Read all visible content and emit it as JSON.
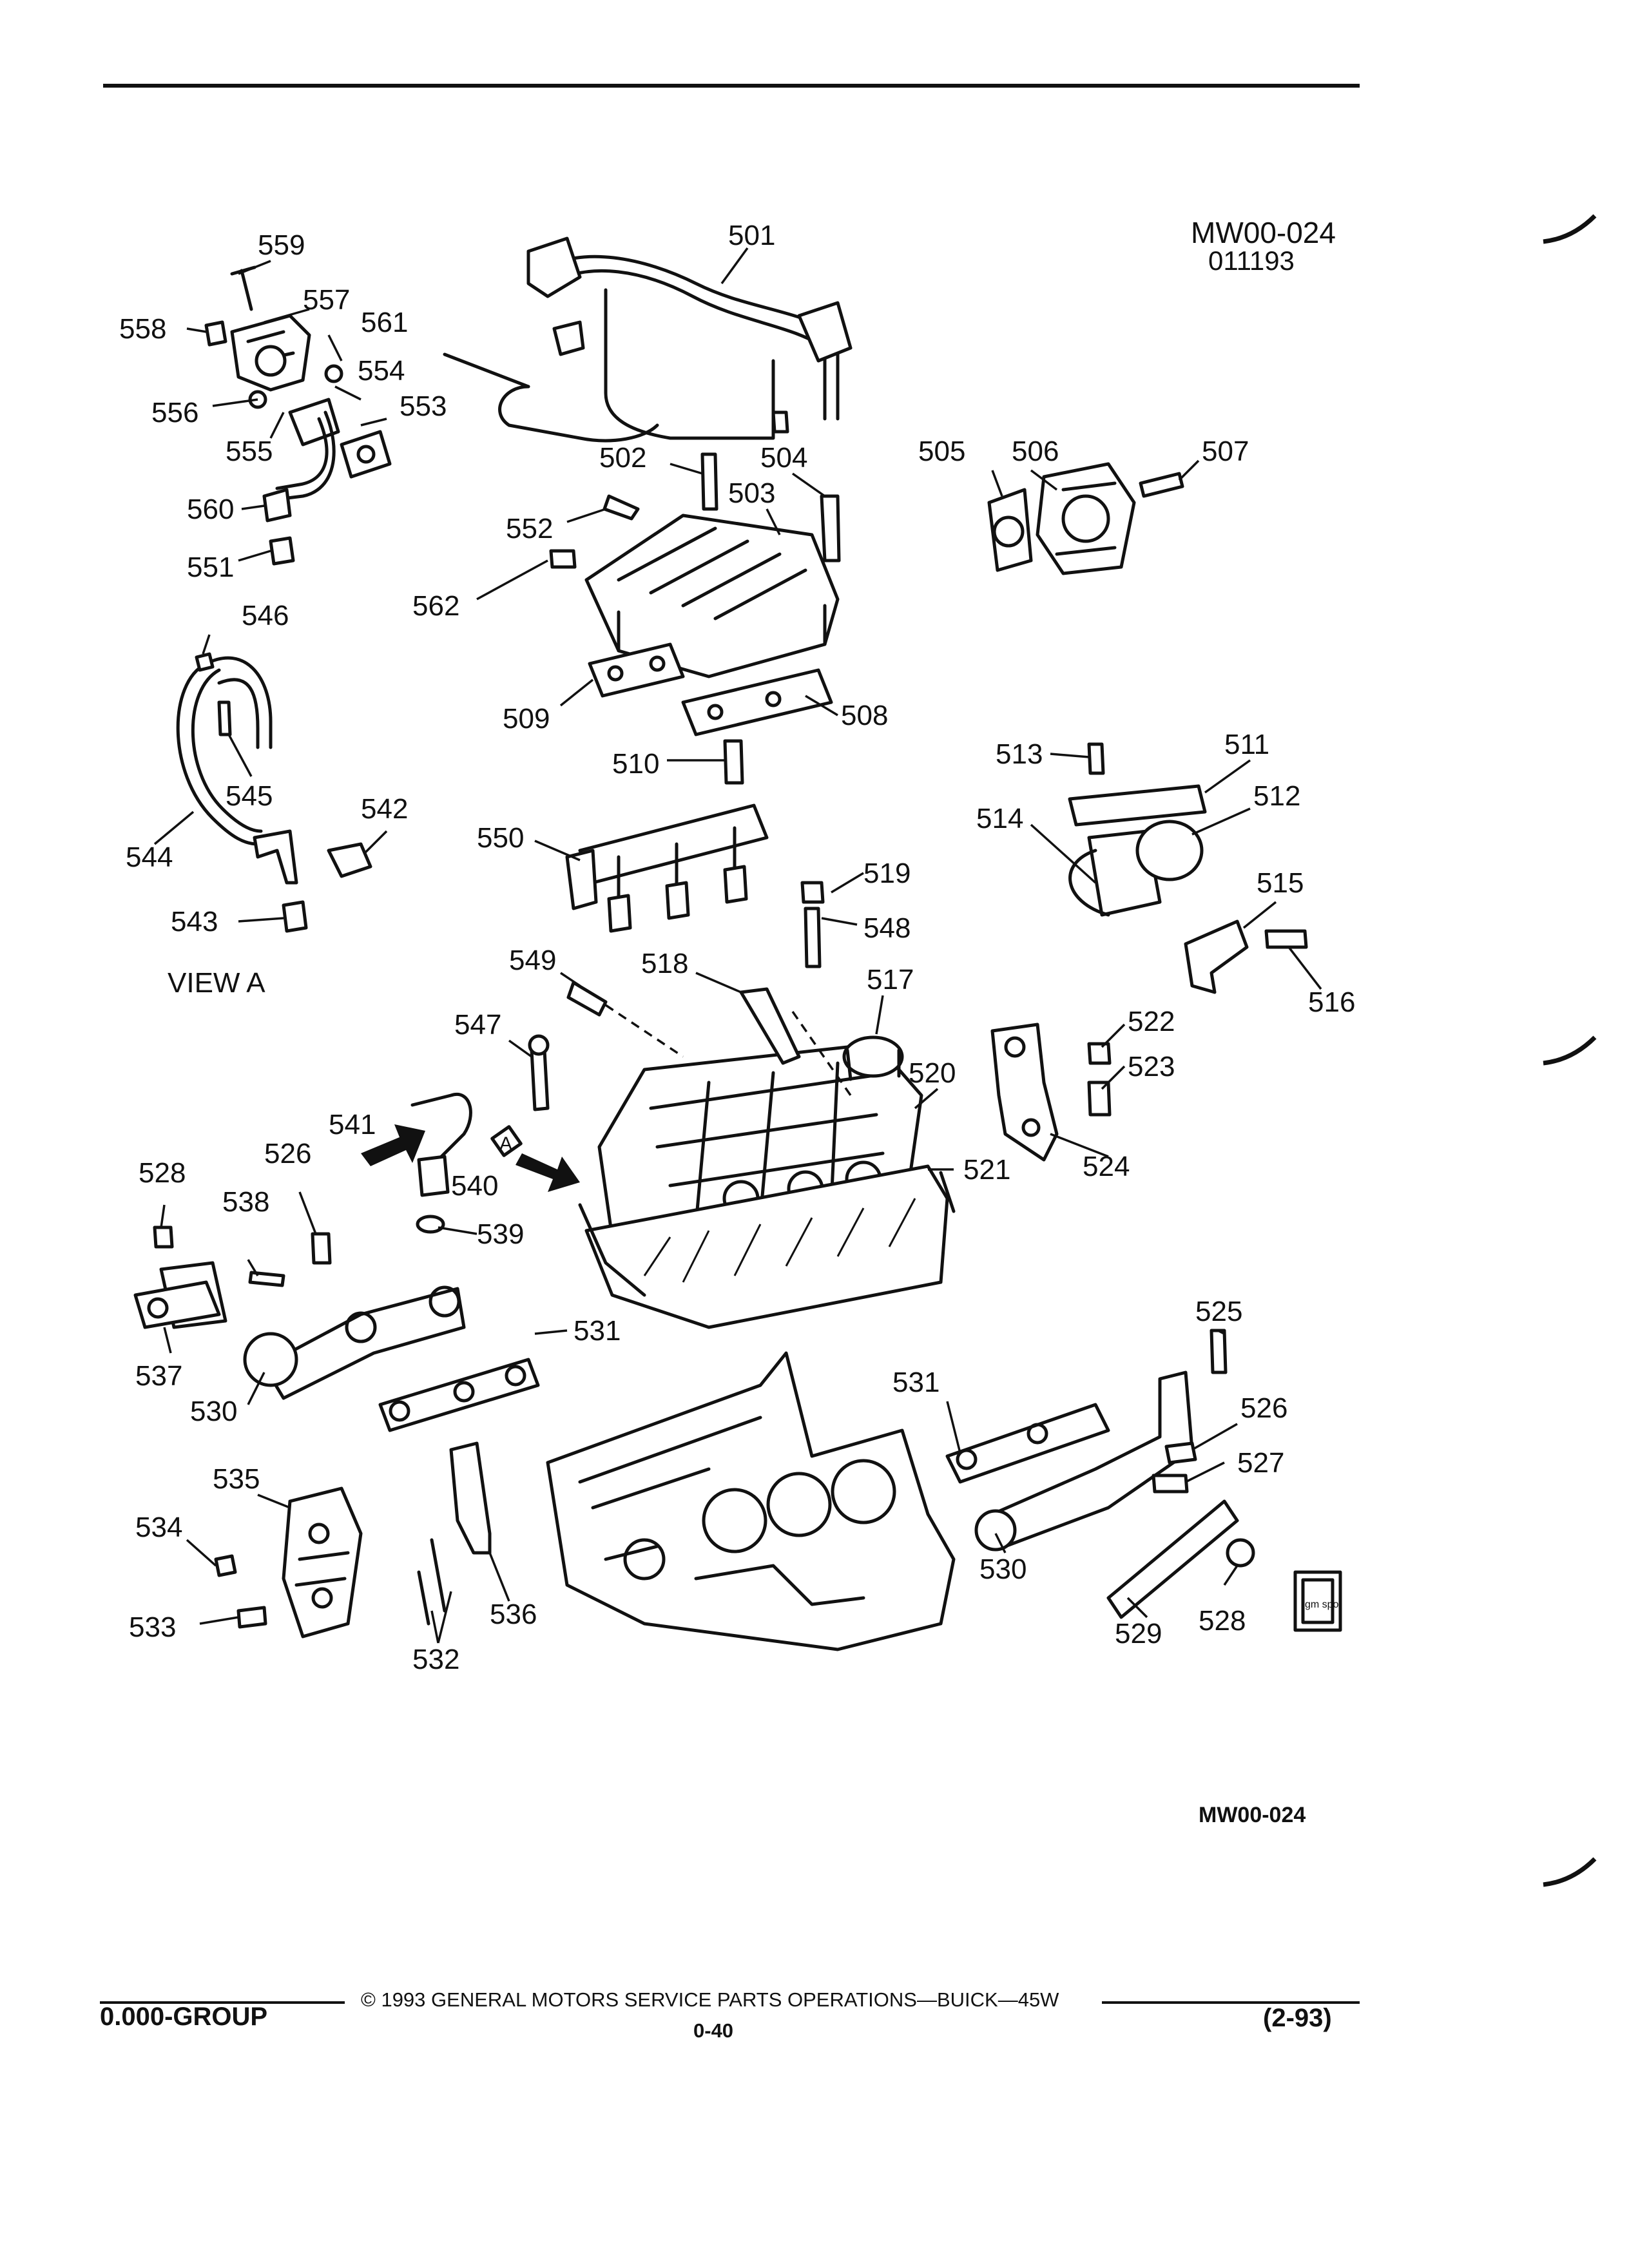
{
  "header": {
    "ref_code": "MW00-024",
    "ref_date": "011193"
  },
  "view_label": "VIEW A",
  "callouts": [
    "559",
    "558",
    "557",
    "561",
    "556",
    "554",
    "553",
    "555",
    "560",
    "551",
    "501",
    "502",
    "504",
    "503",
    "552",
    "562",
    "509",
    "508",
    "505",
    "506",
    "507",
    "546",
    "545",
    "544",
    "542",
    "543",
    "510",
    "550",
    "519",
    "548",
    "513",
    "511",
    "512",
    "514",
    "515",
    "516",
    "549",
    "518",
    "517",
    "547",
    "520",
    "541",
    "540",
    "539",
    "521",
    "522",
    "523",
    "524",
    "528",
    "526",
    "538",
    "537",
    "530",
    "531",
    "525",
    "531",
    "526",
    "527",
    "530",
    "529",
    "528",
    "535",
    "534",
    "533",
    "532",
    "536"
  ],
  "view_marker": "A",
  "bottom_ref": "MW00-024",
  "footer": {
    "group": "0.000-GROUP",
    "copyright": "© 1993 GENERAL MOTORS SERVICE PARTS OPERATIONS—BUICK—45W",
    "page": "0-40",
    "date": "(2-93)"
  },
  "logo": {
    "text": "gm spo"
  }
}
